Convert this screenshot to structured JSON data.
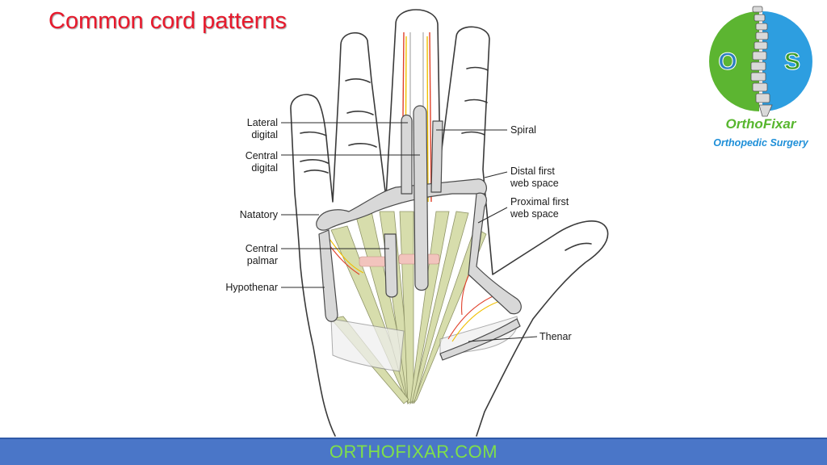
{
  "title": "Common cord patterns",
  "labels": {
    "lateral_digital": [
      "Lateral",
      "digital"
    ],
    "central_digital": [
      "Central",
      "digital"
    ],
    "natatory": "Natatory",
    "central_palmar": [
      "Central",
      "palmar"
    ],
    "hypothenar": "Hypothenar",
    "spiral": "Spiral",
    "distal_first_web": [
      "Distal first",
      "web space"
    ],
    "proximal_first_web": [
      "Proximal first",
      "web space"
    ],
    "thenar": "Thenar"
  },
  "logo": {
    "letters": [
      "O",
      "S"
    ],
    "brand_name": "OrthoFixar",
    "tagline": "Orthopedic Surgery",
    "colors": {
      "green": "#5cb531",
      "blue": "#2d9ee0"
    }
  },
  "footer": {
    "text": "ORTHOFIXAR.COM",
    "bar_color": "#4a76c8",
    "text_color": "#7fe04a"
  },
  "colors": {
    "title": "#e8192c",
    "cord_fill": "#d8d8d8",
    "fascia": "#d5dca8",
    "nerve": "#f0c000",
    "artery": "#e0402a"
  }
}
